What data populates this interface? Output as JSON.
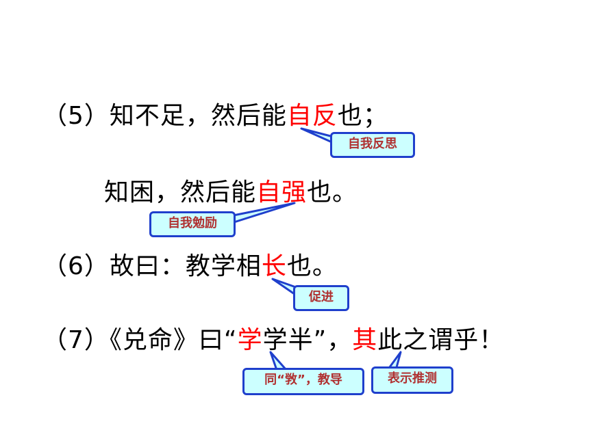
{
  "lines": {
    "l5": {
      "prefix": "（5）知不足，然后能",
      "hl": "自反",
      "suffix": "也；"
    },
    "l5b": {
      "prefix": "知困，然后能",
      "hl": "自强",
      "suffix": "也。"
    },
    "l6": {
      "prefix": "（6）故曰：教学相",
      "hl": "长",
      "suffix": "也。"
    },
    "l7": {
      "prefix": "（7）《兑命》曰“",
      "hl": "学",
      "mid": "学半”，",
      "hl2": "其",
      "suffix": "此之谓乎！"
    }
  },
  "callouts": {
    "c1": "自我反思",
    "c2": "自我勉励",
    "c3": "促进",
    "c4": "同“敩”，教导",
    "c5": "表示推测"
  },
  "colors": {
    "highlight": "#ff0000",
    "callout_fill": "#ccffff",
    "callout_border": "#1f3fcc",
    "callout_text": "#b03030"
  }
}
